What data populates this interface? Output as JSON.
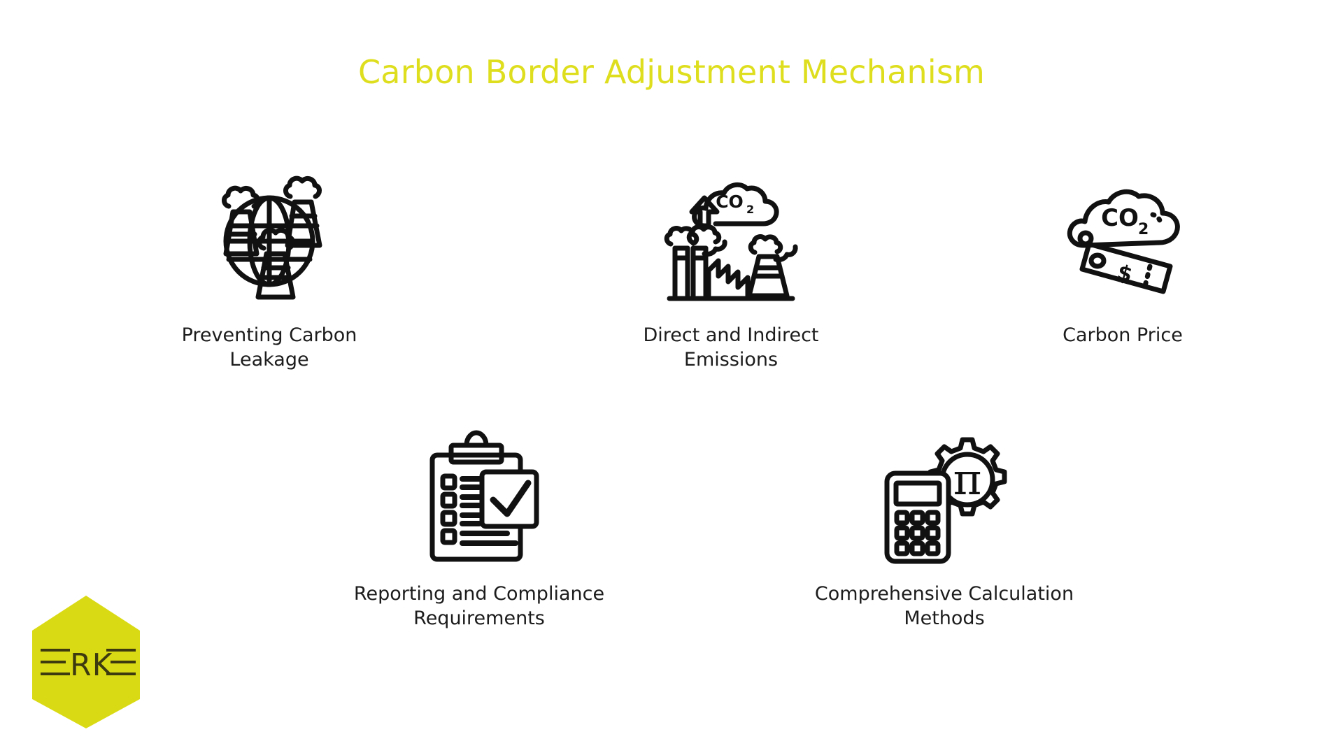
{
  "slide": {
    "title": "Carbon Border Adjustment Mechanism",
    "background_color": "#ffffff",
    "title_color": "#dede1e",
    "text_color": "#1c1c1c",
    "icon_color": "#111111"
  },
  "cards": [
    {
      "icon": "globe-factory-smokestacks-icon",
      "label": "Preventing Carbon\nLeakage",
      "label_line1": "Preventing Carbon",
      "label_line2": "Leakage"
    },
    {
      "icon": "factory-co2-cloud-arrow-icon",
      "label": "Direct and Indirect\nEmissions",
      "label_line1": "Direct and Indirect",
      "label_line2": "Emissions"
    },
    {
      "icon": "co2-cloud-price-tag-icon",
      "label": "Carbon Price",
      "label_line1": "Carbon Price",
      "label_line2": ""
    },
    {
      "icon": "clipboard-checklist-checkmark-icon",
      "label": "Reporting and Compliance\nRequirements",
      "label_line1": "Reporting and Compliance",
      "label_line2": "Requirements"
    },
    {
      "icon": "calculator-gear-pi-icon",
      "label": "Comprehensive Calculation\nMethods",
      "label_line1": "Comprehensive Calculation",
      "label_line2": "Methods"
    }
  ],
  "logo": {
    "name": "erke-logo",
    "text": "ERKE",
    "shape_color": "#dada14",
    "text_color": "#3d3a10"
  },
  "icon_text": {
    "co2_main": "CO",
    "co2_sub": "2",
    "dollar": "$",
    "pi": "π"
  }
}
